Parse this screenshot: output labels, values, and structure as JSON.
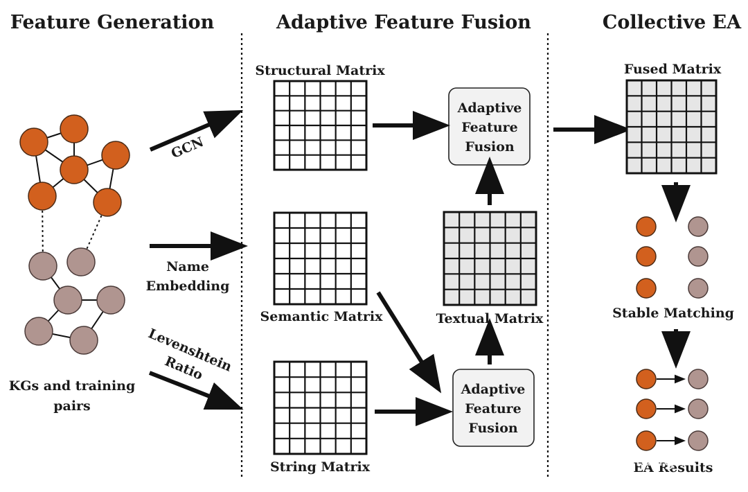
{
  "headers": {
    "feature_generation": "Feature Generation",
    "adaptive_feature_fusion": "Adaptive Feature Fusion",
    "collective_ea": "Collective EA"
  },
  "labels": {
    "gcn": "GCN",
    "name_line1": "Name",
    "name_line2": "Embedding",
    "lev_line1": "Levenshtein",
    "lev_line2": "Ratio",
    "kgs_line1": "KGs and training",
    "kgs_line2": "pairs",
    "structural_matrix": "Structural Matrix",
    "semantic_matrix": "Semantic Matrix",
    "string_matrix": "String Matrix",
    "textual_matrix": "Textual Matrix",
    "fused_matrix": "Fused Matrix",
    "stable_matching": "Stable Matching",
    "ea_results": "EA Results"
  },
  "fusion_box": {
    "line1": "Adaptive",
    "line2": "Feature",
    "line3": "Fusion"
  },
  "watermark": "知乎 @Yang Peter",
  "colors": {
    "orange_node": "#D2601E",
    "mauve_node": "#B09590",
    "grid_fill": "#E6E6E6",
    "box_fill": "#F2F2F2"
  }
}
